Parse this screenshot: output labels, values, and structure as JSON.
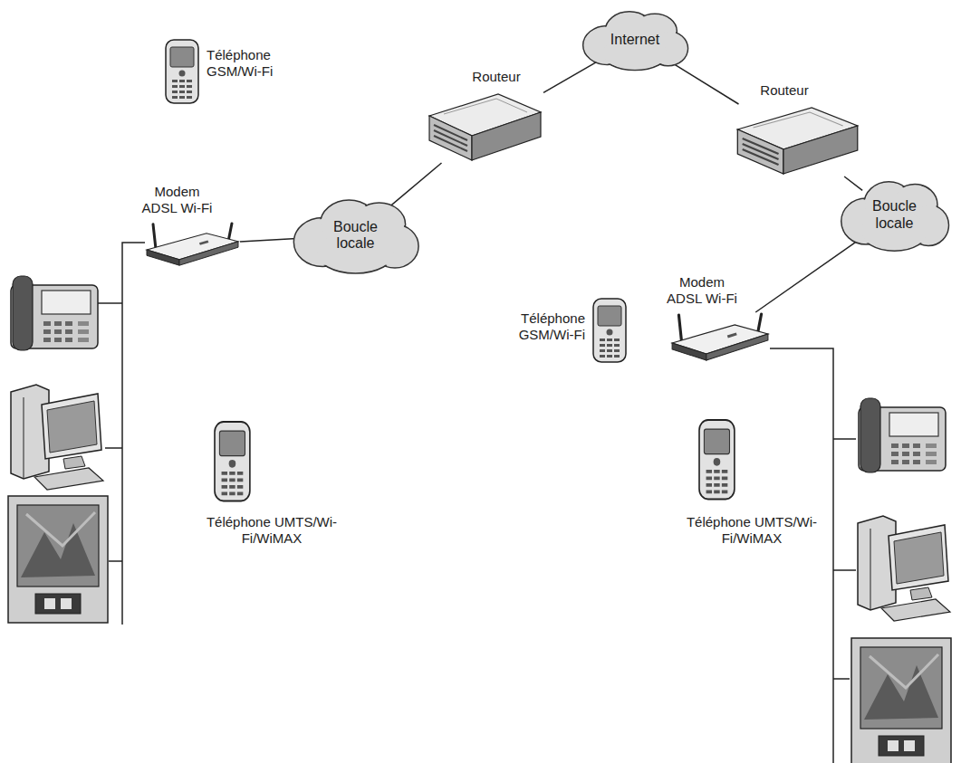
{
  "diagram": {
    "nodes": [
      {
        "text": [
          "Internet"
        ]
      },
      {
        "text": [
          "Routeur"
        ]
      },
      {
        "text": [
          "Routeur"
        ]
      },
      {
        "text": [
          "Boucle locale"
        ]
      },
      {
        "text": [
          "Boucle locale"
        ]
      },
      {
        "text": [
          "Modem ADSL Wi-Fi"
        ]
      },
      {
        "text": [
          "Modem ADSL Wi-Fi"
        ]
      }
    ],
    "edges": [
      {
        "from": 5,
        "to": 3,
        "arrow": "none"
      },
      {
        "from": 3,
        "to": 1,
        "arrow": "none"
      },
      {
        "from": 1,
        "to": 0,
        "arrow": "none"
      },
      {
        "from": 0,
        "to": 2,
        "arrow": "none"
      },
      {
        "from": 2,
        "to": 4,
        "arrow": "none"
      },
      {
        "from": 4,
        "to": 6,
        "arrow": "none"
      }
    ],
    "labels": [
      "Téléphone GSM/Wi-Fi",
      "Téléphone GSM/Wi-Fi",
      "Téléphone UMTS/Wi-Fi/WiMAX",
      "Téléphone UMTS/Wi-Fi/WiMAX"
    ]
  }
}
